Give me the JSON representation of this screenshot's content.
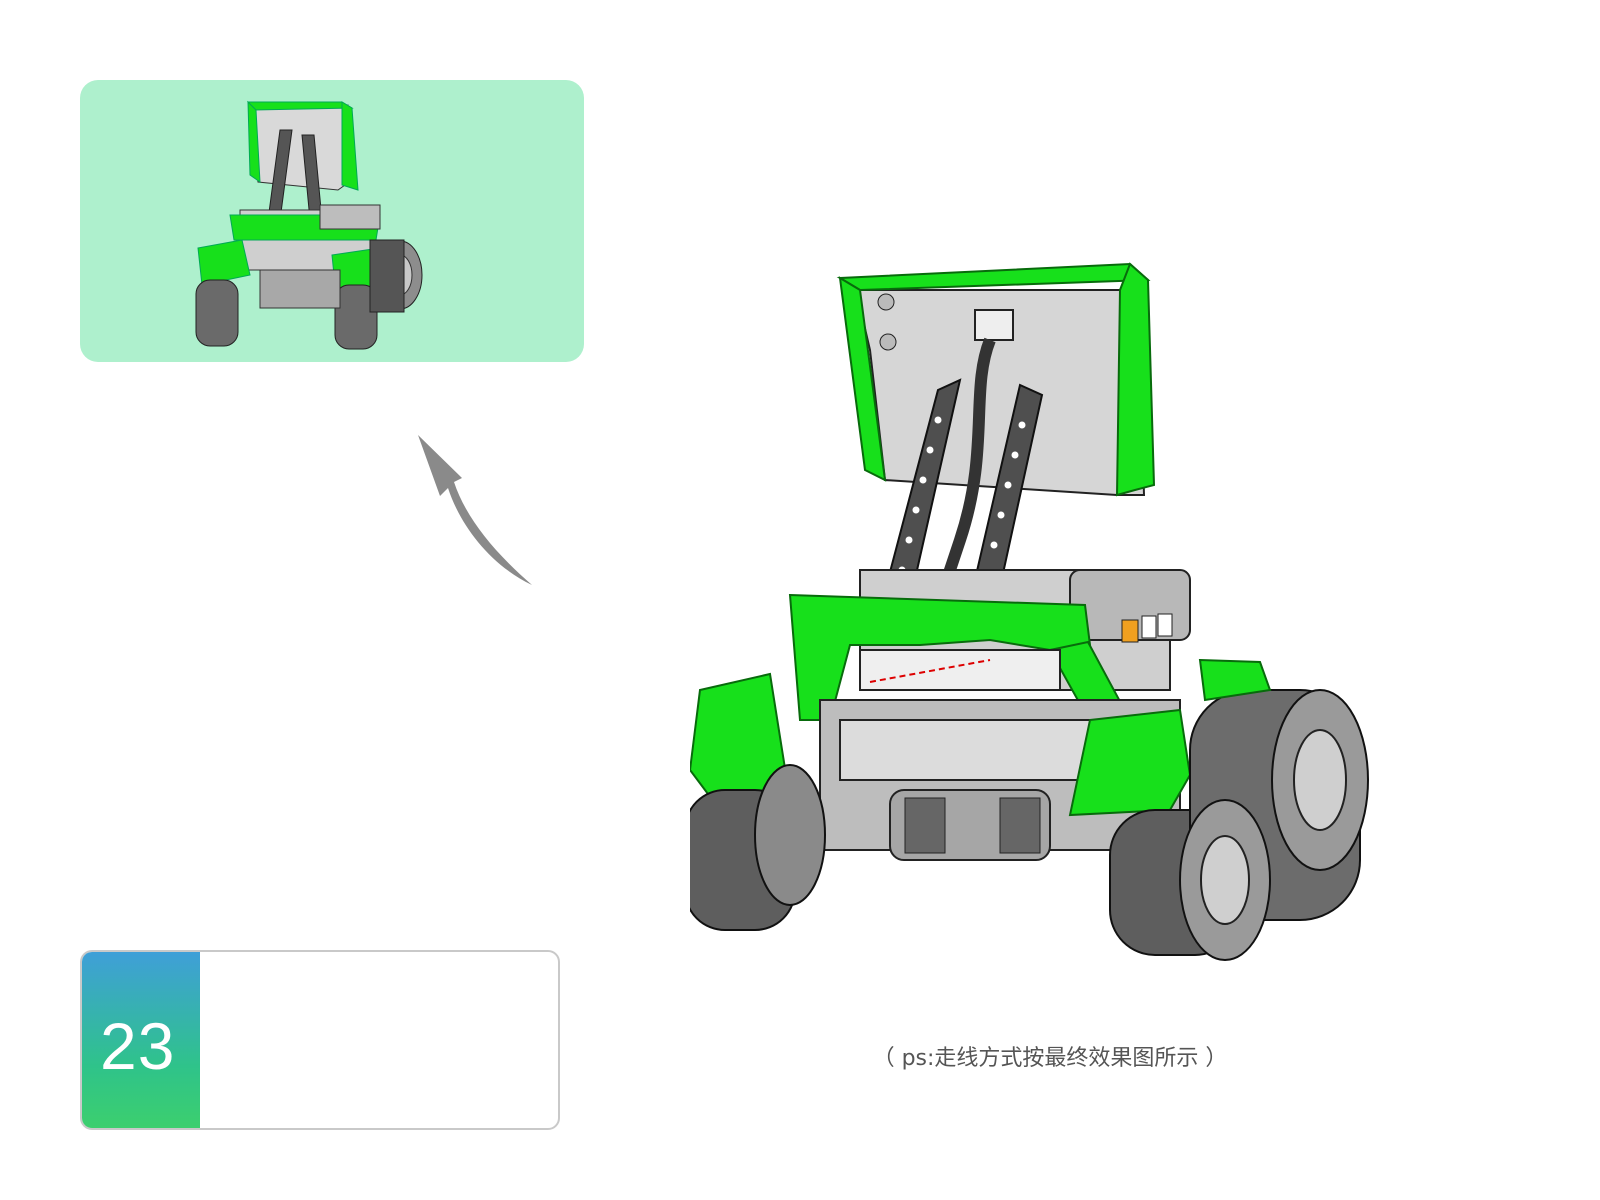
{
  "step": {
    "number": "23"
  },
  "caption": "（ ps:走线方式按最终效果图所示 ）",
  "colors": {
    "preview_background": "#aef0cd",
    "part_green": "#17e01b",
    "badge_top": "#3f9fd8",
    "badge_bottom": "#3ccf6e",
    "arrow_gray": "#8a8a8a"
  },
  "icons": {
    "preview": "robot-tank-preview-illustration",
    "arrow": "curved-arrow-up-left-icon",
    "main": "robot-tank-assembly-illustration"
  }
}
